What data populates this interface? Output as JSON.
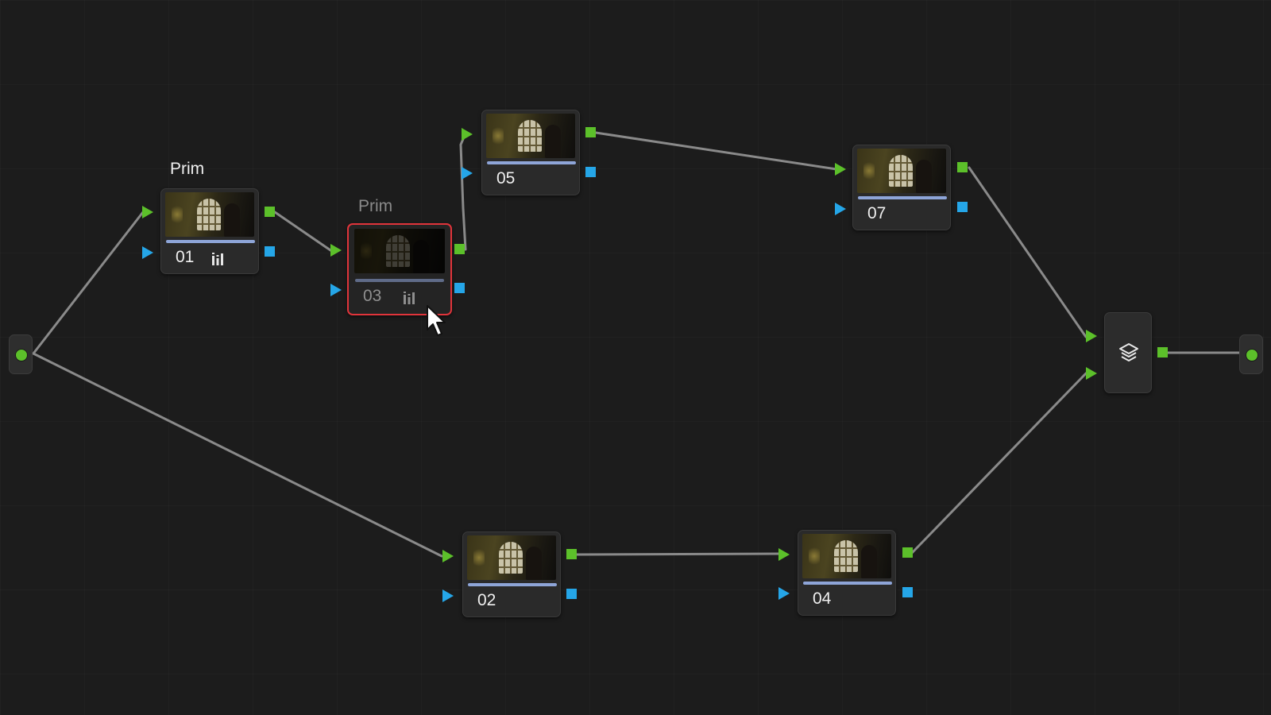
{
  "node_graph": {
    "input_node": {
      "icon": "input-dot-icon"
    },
    "output_node": {
      "icon": "output-dot-icon"
    },
    "nodes": {
      "n01": {
        "number": "01",
        "label": "Prim",
        "has_curves_icon": true
      },
      "n03": {
        "number": "03",
        "label": "Prim",
        "has_curves_icon": true,
        "selected": true,
        "disabled": true
      },
      "n05": {
        "number": "05"
      },
      "n07": {
        "number": "07"
      },
      "n02": {
        "number": "02"
      },
      "n04": {
        "number": "04"
      }
    },
    "layer_mixer": {
      "icon": "layers-icon"
    }
  },
  "colors": {
    "background": "#1c1c1c",
    "rgb_port": "#5cc02a",
    "key_port": "#25a6e8",
    "selection": "#e0343b",
    "wire": "#8a8a8a"
  }
}
